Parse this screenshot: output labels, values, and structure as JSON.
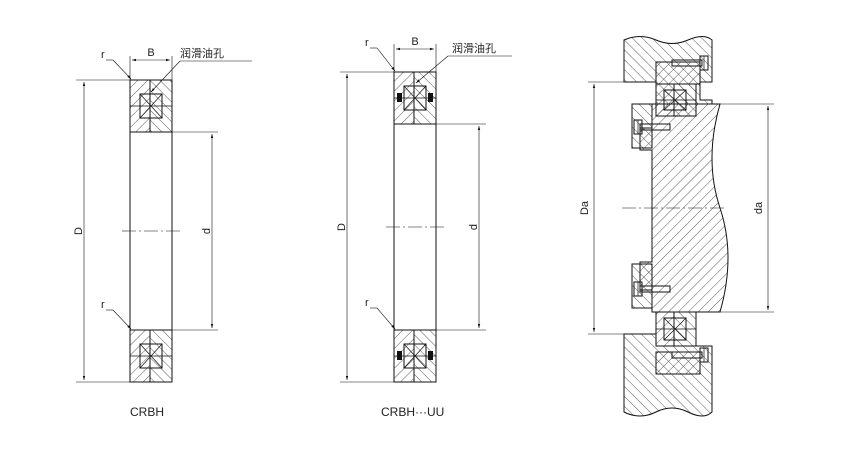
{
  "labels": {
    "lubrication_hole": "润滑油孔",
    "width": "B",
    "corner_radius": "r",
    "outer_diameter": "D",
    "inner_diameter": "d",
    "housing_diameter": "Da",
    "shaft_diameter": "da"
  },
  "captions": {
    "left": "CRBH",
    "middle": "CRBH···UU"
  }
}
